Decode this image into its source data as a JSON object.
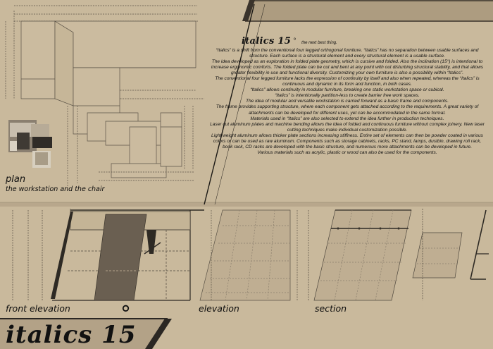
{
  "header": {
    "title": "italics 15",
    "degree": "°",
    "tagline": "the next best thing."
  },
  "paragraphs": [
    "“Italics” is a shift from the conventional four legged orthogonal furniture. “Italics” has no separation between usable surfaces and structure. Each surface is a structural element and every structural element is a usable surface.",
    "The idea developed as an exploration in folded plate geometry, which is cursive and folded. Also the inclination (15°) is intentional to increase ergonomic comforts. The folded plate can be cut and bent at any point with out disturbing structural stability, and that allows greater flexibility in use and functional diversity. Customizing your own furniture is also a possibility within “Italics”.",
    "The conventional four legged furniture lacks the expression of continuity by itself and also when repeated, whereas the “Italics” is continuous and dynamic in its form and function, in both cases.",
    "“Italics” allows continuity in modular furniture, breaking one static workstation space or cubical.",
    "“Italics” is intentionally partition-less to create barrier free work spaces.",
    "The idea of modular and versatile workstation is carried forward as a basic frame and components.",
    "The frame provides supporting structure, where each component gets attached according to the requirements. A great variety of attachments can be developed for different uses, yet can be accommodated in the same format.",
    "Materials used in “Italics” are also selected to extend the idea further in production techniques.",
    "Laser cut aluminum plates and machine bending allows the idea of folded and continuous furniture without complex joinery. New laser cutting techniques make individual customization possible.",
    "Light weight aluminum allows thicker plate sections increasing stiffness. Entire set of elements can then be powder coated in various colors or can be used as raw aluminum. Components such as storage cabinets, racks, PC stand, lamps, dustbin, drawing roll rack, book rack, CD racks are developed with the basic structure, and numerous more attachments can be developed in future.",
    "Various materials such as acrylic, plastic or wood can also be used for the components."
  ],
  "captions": {
    "plan": "plan",
    "plan_sub": "the workstation and the chair",
    "front_elevation": "front elevation",
    "elevation": "elevation",
    "section": "section"
  },
  "footer": {
    "title": "italics 15",
    "degree": "°"
  },
  "colors": {
    "background": "#c9b99c",
    "band": "#b8a78c",
    "dark_band": "#2b2723",
    "line": "#6f6659",
    "shaded_panel": "#6a5f51"
  }
}
